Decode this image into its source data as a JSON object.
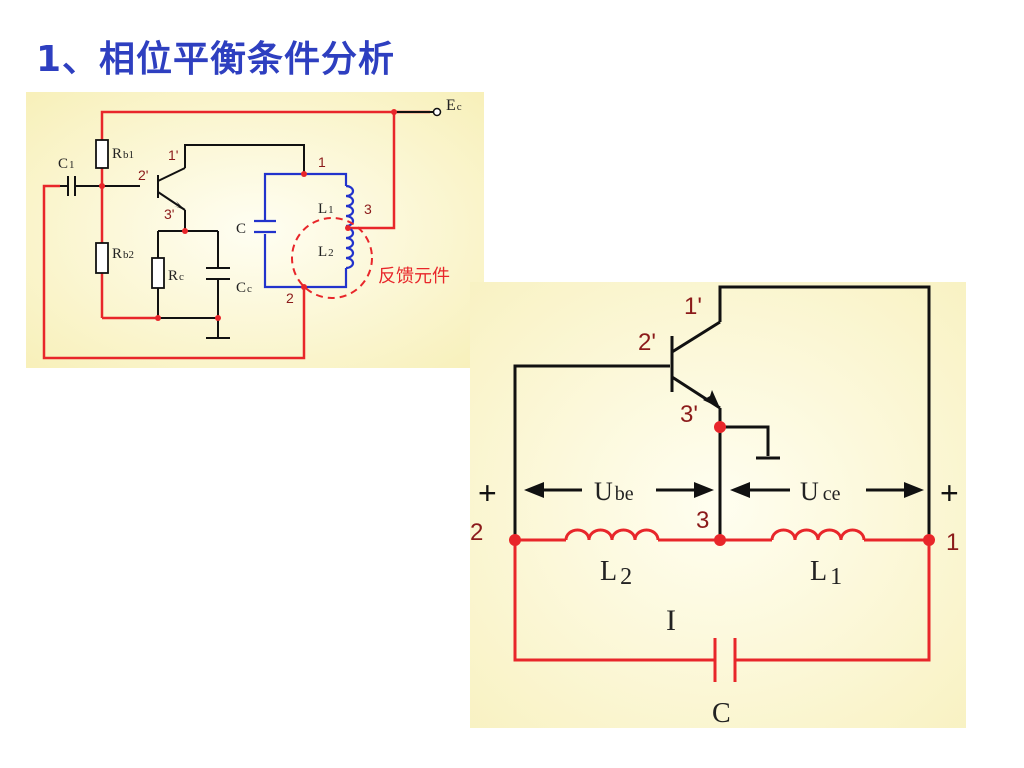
{
  "title": "1、相位平衡条件分析",
  "colors": {
    "title": "#2e3fc0",
    "wire_red": "#e8262a",
    "wire_blue": "#2233cc",
    "wire_black": "#111111",
    "panel_bg": "#fdf9d6",
    "node_label": "#8b1a1a"
  },
  "small_circuit": {
    "labels": {
      "ec": "E",
      "ec_sub": "c",
      "rb1": "R",
      "rb1_sub": "b1",
      "rb2": "R",
      "rb2_sub": "b2",
      "re": "R",
      "re_sub": "c",
      "ce": "C",
      "ce_sub": "c",
      "c1": "C",
      "c1_sub": "1",
      "c": "C",
      "l1": "L",
      "l1_sub": "1",
      "l2": "L",
      "l2_sub": "2",
      "feedback": "反馈元件"
    },
    "nodes": {
      "n1p": "1'",
      "n2p": "2'",
      "n3p": "3'",
      "n1": "1",
      "n2": "2",
      "n3": "3"
    }
  },
  "large_circuit": {
    "labels": {
      "ube": "U",
      "ube_sub": "be",
      "uce": "U",
      "uce_sub": "ce",
      "l2": "L",
      "l2_sub": "2",
      "l1": "L",
      "l1_sub": "1",
      "current": "I",
      "c": "C",
      "plus_left": "+",
      "plus_right": "+"
    },
    "nodes": {
      "n1p": "1'",
      "n2p": "2'",
      "n3p": "3'",
      "n1": "1",
      "n2": "2",
      "n3": "3"
    }
  }
}
